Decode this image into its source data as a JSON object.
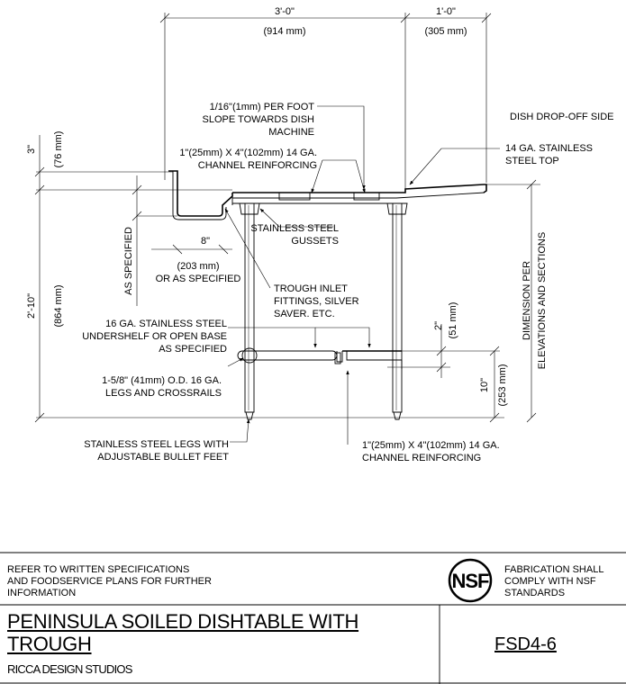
{
  "dimensions": {
    "top_left": "3'-0\"",
    "top_left_mm": "(914 mm)",
    "top_right": "1'-0\"",
    "top_right_mm": "(305 mm)",
    "splash": "3\"",
    "splash_mm": "(76 mm)",
    "overall_height": "2'-10\"",
    "overall_height_mm": "(864 mm)",
    "trough_depth": "AS SPECIFIED",
    "trough_width": "8\"",
    "trough_width_mm": "(203 mm)",
    "trough_width_note": "OR AS SPECIFIED",
    "shelf_gap": "2\"",
    "shelf_gap_mm": "(51 mm)",
    "shelf_height": "10\"",
    "shelf_height_mm": "(253 mm)",
    "right_note_line1": "DIMENSION PER",
    "right_note_line2": "ELEVATIONS AND SECTIONS"
  },
  "callouts": {
    "slope": "1/16\"(1mm) PER FOOT\nSLOPE TOWARDS DISH\nMACHINE",
    "dish_side": "DISH DROP-OFF SIDE",
    "top": "14 GA. STAINLESS\nSTEEL TOP",
    "channel_top": "1\"(25mm) X 4\"(102mm) 14 GA.\nCHANNEL REINFORCING",
    "gussets": "STAINLESS STEEL\nGUSSETS",
    "trough_inlet": "TROUGH INLET\nFITTINGS, SILVER\nSAVER. ETC.",
    "undershelf": "16 GA. STAINLESS STEEL\nUNDERSHELF OR OPEN BASE\nAS SPECIFIED",
    "legs": "1-5/8\" (41mm) O.D. 16 GA.\nLEGS AND CROSSRAILS",
    "feet": "STAINLESS STEEL LEGS WITH\nADJUSTABLE BULLET FEET",
    "channel_bottom": "1\"(25mm) X 4\"(102mm) 14 GA.\nCHANNEL REINFORCING"
  },
  "title_block": {
    "refer_note": "REFER TO WRITTEN SPECIFICATIONS\nAND FOODSERVICE PLANS FOR FURTHER\nINFORMATION",
    "nsf_logo": "NSF",
    "nsf_note": "FABRICATION SHALL\nCOMPLY WITH NSF\nSTANDARDS",
    "title": "PENINSULA SOILED DISHTABLE WITH\nTROUGH",
    "studio": "RICCA DESIGN STUDIOS",
    "drawing_number": "FSD4-6"
  }
}
